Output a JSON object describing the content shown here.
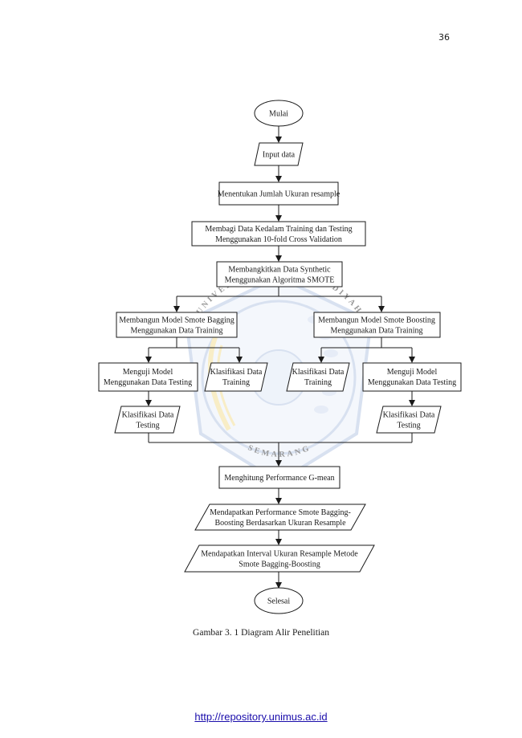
{
  "page_number": "36",
  "caption": "Gambar 3. 1 Diagram Alir Penelitian",
  "footer_link": "http://repository.unimus.ac.id",
  "watermark": {
    "arc_top": "UNIVERSITAS MUHAMMADIYAH",
    "arc_bottom": "SEMARANG"
  },
  "flowchart": {
    "mulai": "Mulai",
    "input_data": "Input data",
    "ukuran_resample": "Menentukan Jumlah Ukuran resample",
    "membagi": [
      "Membagi Data Kedalam Training dan Testing",
      "Menggunakan 10-fold Cross Validation"
    ],
    "synthetic": [
      "Membangkitkan Data Synthetic",
      "Menggunakan Algoritma SMOTE"
    ],
    "model_bagging": [
      "Membangun Model Smote Bagging",
      "Menggunakan Data Training"
    ],
    "model_boosting": [
      "Membangun Model Smote Boosting",
      "Menggunakan Data Training"
    ],
    "uji_left": [
      "Menguji Model",
      "Menggunakan Data Testing"
    ],
    "klas_training_left": [
      "Klasifikasi Data",
      "Training"
    ],
    "klas_training_right": [
      "Klasifikasi Data",
      "Training"
    ],
    "uji_right": [
      "Menguji Model",
      "Menggunakan Data Testing"
    ],
    "klas_testing_left": [
      "Klasifikasi Data",
      "Testing"
    ],
    "klas_testing_right": [
      "Klasifikasi Data",
      "Testing"
    ],
    "gmean": "Menghitung Performance G-mean",
    "performance": [
      "Mendapatkan Performance Smote Bagging-",
      "Boosting Berdasarkan Ukuran Resample"
    ],
    "interval": [
      "Mendapatkan Interval Ukuran Resample Metode",
      "Smote Bagging-Boosting"
    ],
    "selesai": "Selesai"
  }
}
